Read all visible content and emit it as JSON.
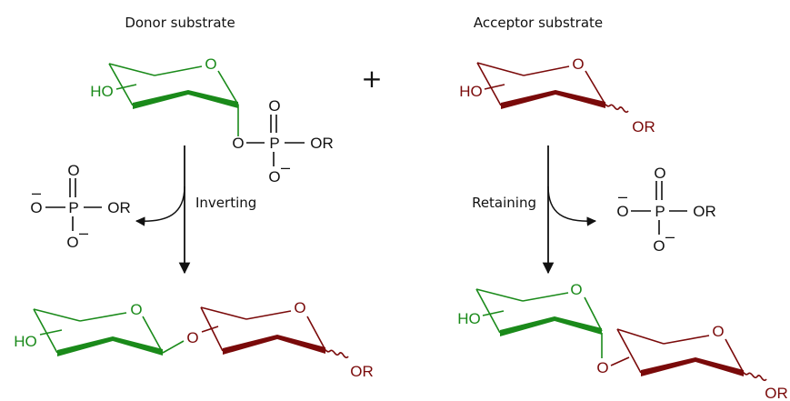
{
  "labels": {
    "donor": "Donor substrate",
    "acceptor": "Acceptor substrate",
    "plus": "+",
    "inverting": "Inverting",
    "retaining": "Retaining"
  },
  "atoms": {
    "ring_o": "O",
    "ho": "HO",
    "o": "O",
    "p": "P",
    "or": "OR",
    "minus": "–"
  },
  "colors": {
    "donor": "#1a8a1a",
    "acceptor": "#7a0a0a",
    "neutral": "#111111"
  }
}
